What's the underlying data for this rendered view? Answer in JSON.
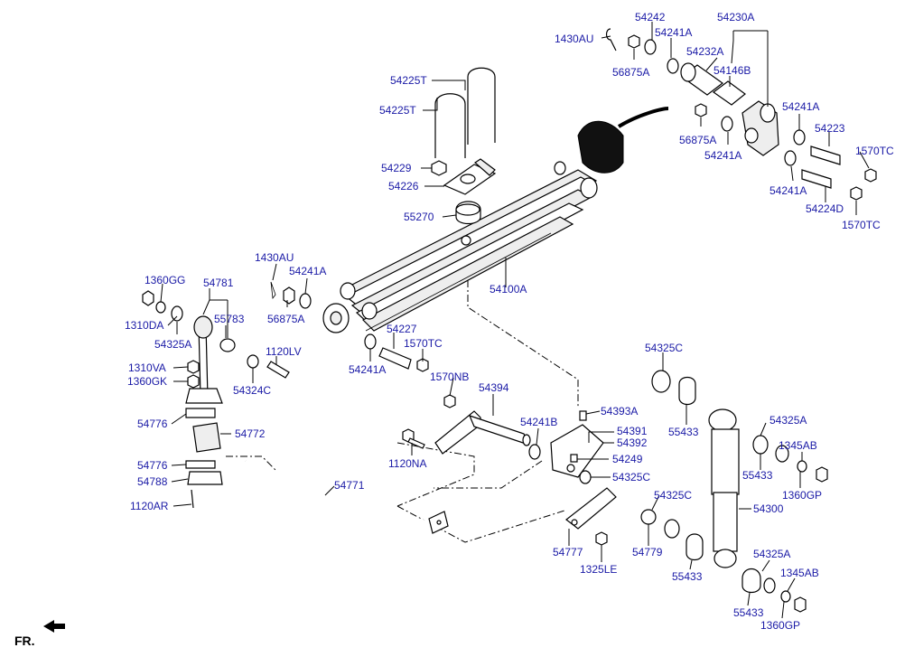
{
  "diagram": {
    "fr_label": "FR.",
    "labels": [
      {
        "id": "l-1430au-top",
        "text": "1430AU"
      },
      {
        "id": "l-54242",
        "text": "54242"
      },
      {
        "id": "l-54241a-1",
        "text": "54241A"
      },
      {
        "id": "l-54230a",
        "text": "54230A"
      },
      {
        "id": "l-54232a",
        "text": "54232A"
      },
      {
        "id": "l-54146b",
        "text": "54146B"
      },
      {
        "id": "l-56875a-1",
        "text": "56875A"
      },
      {
        "id": "l-54225t-1",
        "text": "54225T"
      },
      {
        "id": "l-54225t-2",
        "text": "54225T"
      },
      {
        "id": "l-54241a-2",
        "text": "54241A"
      },
      {
        "id": "l-54223",
        "text": "54223"
      },
      {
        "id": "l-56875a-2",
        "text": "56875A"
      },
      {
        "id": "l-54241a-3",
        "text": "54241A"
      },
      {
        "id": "l-1570tc-1",
        "text": "1570TC"
      },
      {
        "id": "l-54229",
        "text": "54229"
      },
      {
        "id": "l-54226",
        "text": "54226"
      },
      {
        "id": "l-54241a-4",
        "text": "54241A"
      },
      {
        "id": "l-54224d",
        "text": "54224D"
      },
      {
        "id": "l-1570tc-2",
        "text": "1570TC"
      },
      {
        "id": "l-55270",
        "text": "55270"
      },
      {
        "id": "l-1430au-mid",
        "text": "1430AU"
      },
      {
        "id": "l-54241a-5",
        "text": "54241A"
      },
      {
        "id": "l-1360gg",
        "text": "1360GG"
      },
      {
        "id": "l-54781",
        "text": "54781"
      },
      {
        "id": "l-54100a",
        "text": "54100A"
      },
      {
        "id": "l-56875a-3",
        "text": "56875A"
      },
      {
        "id": "l-55783",
        "text": "55783"
      },
      {
        "id": "l-1310da",
        "text": "1310DA"
      },
      {
        "id": "l-54227",
        "text": "54227"
      },
      {
        "id": "l-54325a-1",
        "text": "54325A"
      },
      {
        "id": "l-1570tc-3",
        "text": "1570TC"
      },
      {
        "id": "l-1120lv",
        "text": "1120LV"
      },
      {
        "id": "l-54325c-1",
        "text": "54325C"
      },
      {
        "id": "l-1310va",
        "text": "1310VA"
      },
      {
        "id": "l-54241a-6",
        "text": "54241A"
      },
      {
        "id": "l-1570nb",
        "text": "1570NB"
      },
      {
        "id": "l-1360gk",
        "text": "1360GK"
      },
      {
        "id": "l-54324c",
        "text": "54324C"
      },
      {
        "id": "l-54394",
        "text": "54394"
      },
      {
        "id": "l-54393a",
        "text": "54393A"
      },
      {
        "id": "l-54776-1",
        "text": "54776"
      },
      {
        "id": "l-54241b",
        "text": "54241B"
      },
      {
        "id": "l-54325a-2",
        "text": "54325A"
      },
      {
        "id": "l-55433-1",
        "text": "55433"
      },
      {
        "id": "l-54391",
        "text": "54391"
      },
      {
        "id": "l-54772",
        "text": "54772"
      },
      {
        "id": "l-54392",
        "text": "54392"
      },
      {
        "id": "l-1345ab-1",
        "text": "1345AB"
      },
      {
        "id": "l-1120na",
        "text": "1120NA"
      },
      {
        "id": "l-54776-2",
        "text": "54776"
      },
      {
        "id": "l-54249",
        "text": "54249"
      },
      {
        "id": "l-55433-2",
        "text": "55433"
      },
      {
        "id": "l-54788",
        "text": "54788"
      },
      {
        "id": "l-54325c-2",
        "text": "54325C"
      },
      {
        "id": "l-1360gp-1",
        "text": "1360GP"
      },
      {
        "id": "l-54771",
        "text": "54771"
      },
      {
        "id": "l-54325c-3",
        "text": "54325C"
      },
      {
        "id": "l-1120ar",
        "text": "1120AR"
      },
      {
        "id": "l-54300",
        "text": "54300"
      },
      {
        "id": "l-54777",
        "text": "54777"
      },
      {
        "id": "l-54779",
        "text": "54779"
      },
      {
        "id": "l-54325a-3",
        "text": "54325A"
      },
      {
        "id": "l-1325le",
        "text": "1325LE"
      },
      {
        "id": "l-55433-3",
        "text": "55433"
      },
      {
        "id": "l-1345ab-2",
        "text": "1345AB"
      },
      {
        "id": "l-55433-4",
        "text": "55433"
      },
      {
        "id": "l-1360gp-2",
        "text": "1360GP"
      }
    ]
  }
}
